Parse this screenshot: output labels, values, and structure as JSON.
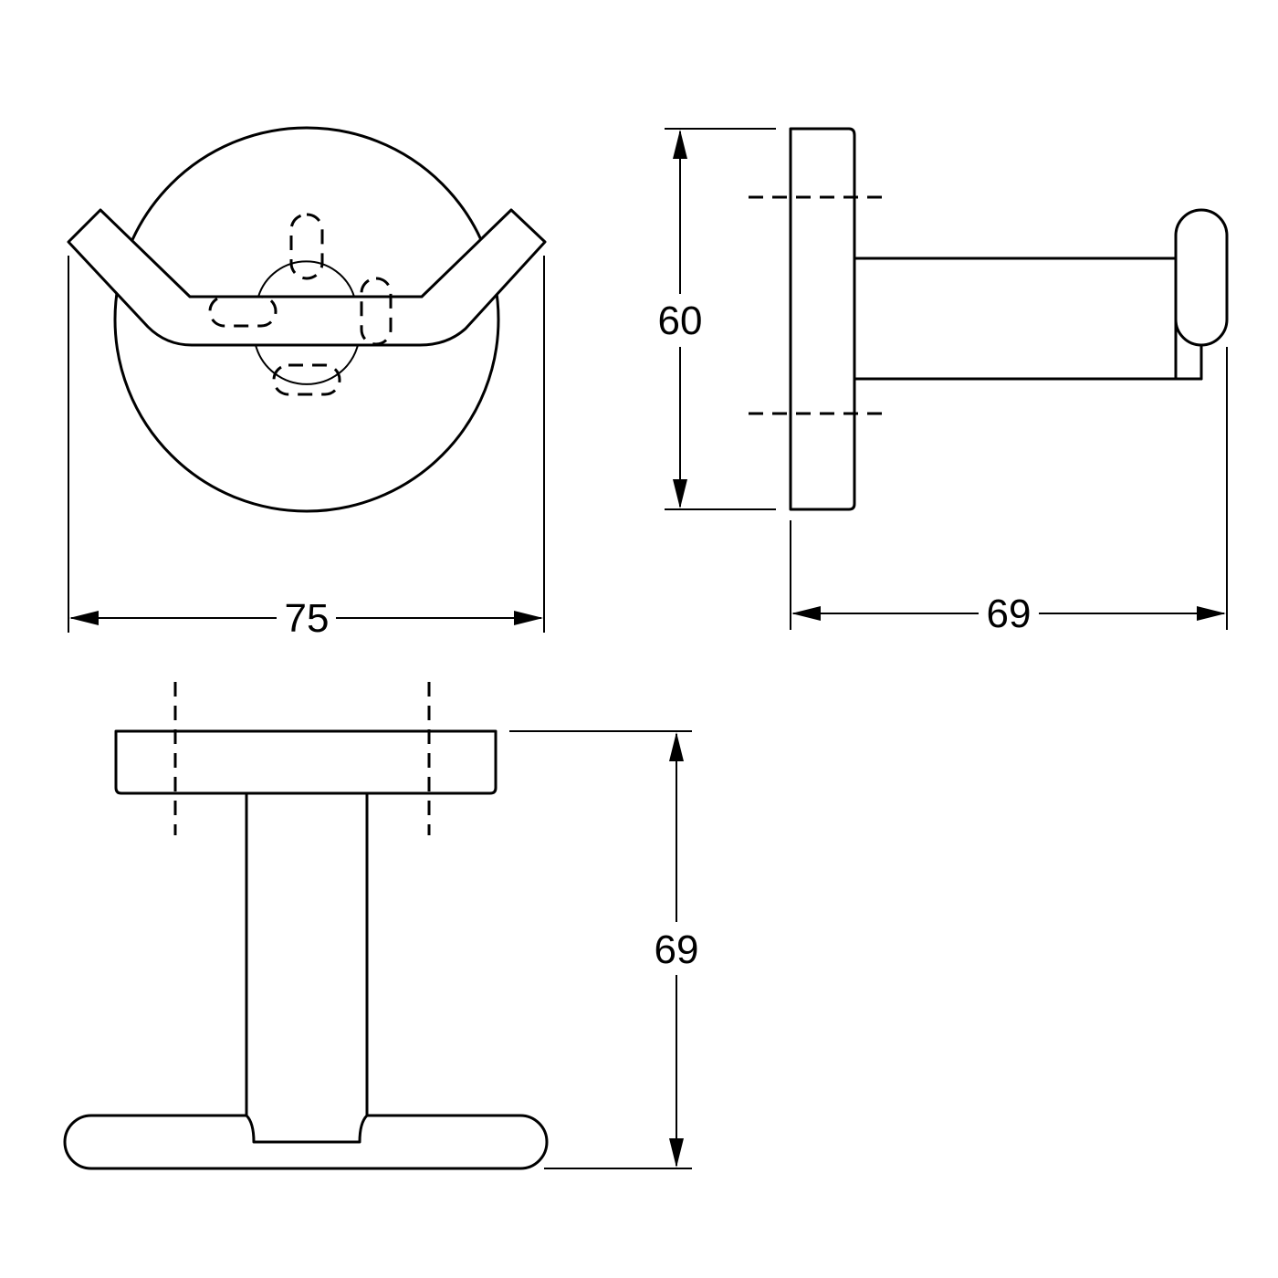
{
  "colors": {
    "line": "#000000",
    "background": "#ffffff"
  },
  "dimensions": {
    "front_width": "75",
    "side_height": "60",
    "side_depth": "69",
    "top_depth": "69"
  }
}
